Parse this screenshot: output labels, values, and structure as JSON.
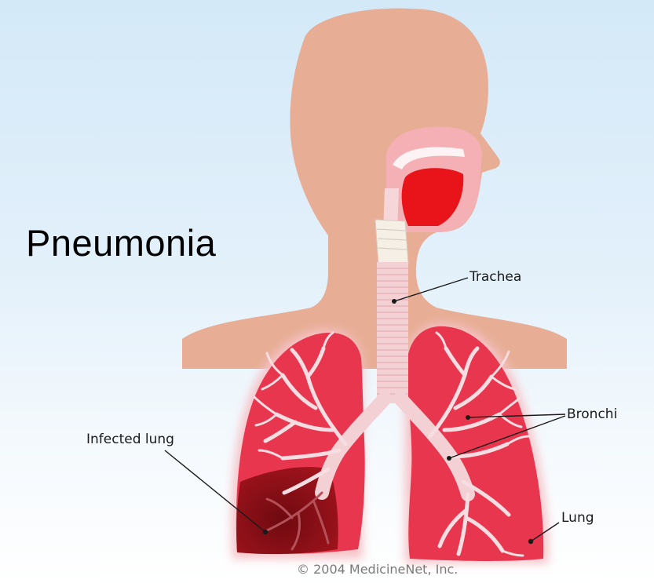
{
  "diagram": {
    "title": "Pneumonia",
    "labels": {
      "trachea": "Trachea",
      "bronchi": "Bronchi",
      "infected_lung": "Infected lung",
      "lung": "Lung"
    },
    "copyright": "© 2004 MedicineNet, Inc."
  },
  "colors": {
    "background_top": "#d4e9f8",
    "skin": "#e7ad95",
    "lung": "#e8364e",
    "lung_glow": "#f6c2c7",
    "infected": "#8e1018",
    "airway": "#f2d0d4",
    "mouth_red": "#e8141a"
  }
}
